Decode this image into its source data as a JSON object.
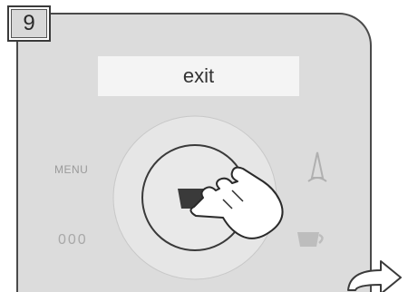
{
  "step": {
    "number": "9"
  },
  "display": {
    "text": "exit"
  },
  "controls": {
    "menu_label": "MENU",
    "dots_label": "000"
  }
}
